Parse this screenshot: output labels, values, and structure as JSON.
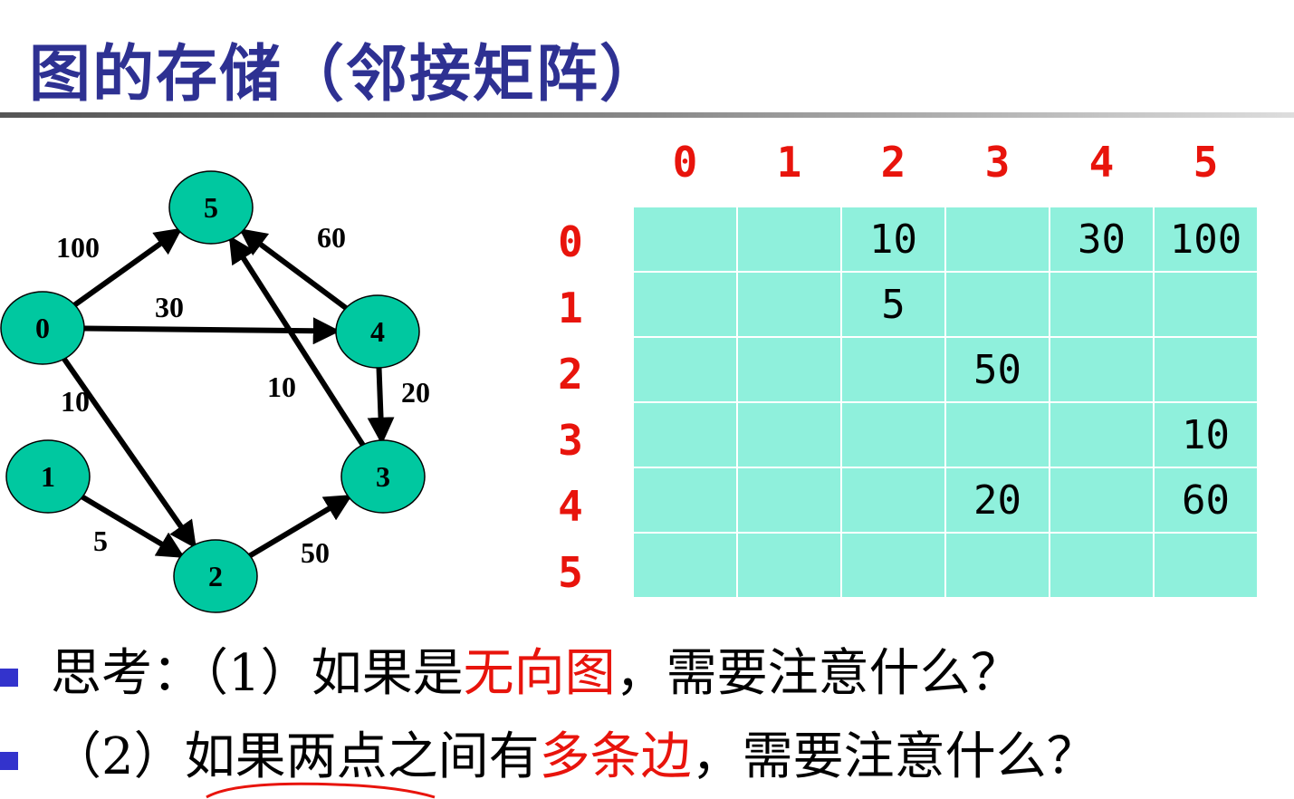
{
  "title": "图的存储（邻接矩阵）",
  "graph": {
    "nodes": [
      "0",
      "1",
      "2",
      "3",
      "4",
      "5"
    ],
    "edges": [
      {
        "from": "0",
        "to": "5",
        "weight": "100"
      },
      {
        "from": "0",
        "to": "4",
        "weight": "30"
      },
      {
        "from": "0",
        "to": "2",
        "weight": "10"
      },
      {
        "from": "1",
        "to": "2",
        "weight": "5"
      },
      {
        "from": "2",
        "to": "3",
        "weight": "50"
      },
      {
        "from": "4",
        "to": "3",
        "weight": "20"
      },
      {
        "from": "3",
        "to": "5",
        "weight": "10"
      },
      {
        "from": "4",
        "to": "5",
        "weight": "60"
      }
    ],
    "node_color": "#00c8a0"
  },
  "matrix": {
    "col_headers": [
      "0",
      "1",
      "2",
      "3",
      "4",
      "5"
    ],
    "row_headers": [
      "0",
      "1",
      "2",
      "3",
      "4",
      "5"
    ],
    "rows": [
      [
        "",
        "",
        "10",
        "",
        "30",
        "100"
      ],
      [
        "",
        "",
        "5",
        "",
        "",
        ""
      ],
      [
        "",
        "",
        "",
        "50",
        "",
        ""
      ],
      [
        "",
        "",
        "",
        "",
        "",
        "10"
      ],
      [
        "",
        "",
        "",
        "20",
        "",
        "60"
      ],
      [
        "",
        "",
        "",
        "",
        "",
        ""
      ]
    ],
    "cell_color": "#8ff0dc",
    "header_color": "#e8140c"
  },
  "questions": [
    {
      "pre": "思考：（1）如果是",
      "highlight": "无向图",
      "post": "，需要注意什么？"
    },
    {
      "pre": "（2）如果两点之间有",
      "highlight": "多条边",
      "post": "，需要注意什么？"
    }
  ]
}
